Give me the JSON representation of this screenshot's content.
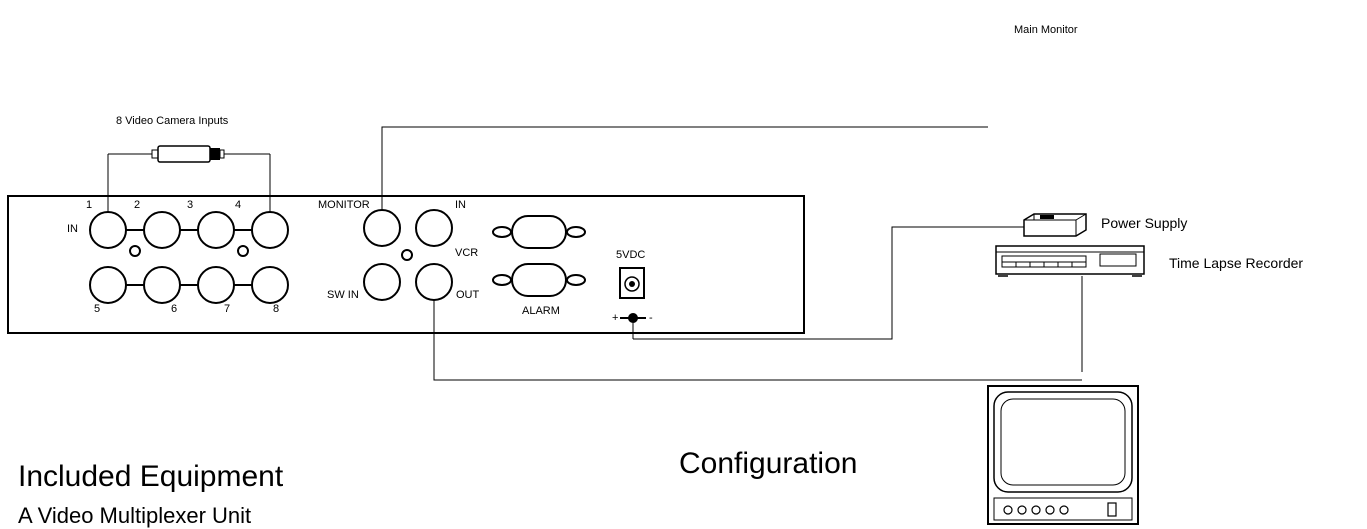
{
  "labels": {
    "main_monitor": "Main Monitor",
    "camera_inputs": "8 Video Camera Inputs",
    "power_supply": "Power Supply",
    "time_lapse_recorder": "Time Lapse Recorder",
    "configuration": "Configuration",
    "included_equipment": "Included Equipment",
    "multiplexer_unit": "A Video Multiplexer Unit"
  },
  "panel": {
    "in_label": "IN",
    "port_numbers_top": [
      "1",
      "2",
      "3",
      "4"
    ],
    "port_numbers_bottom": [
      "5",
      "6",
      "7",
      "8"
    ],
    "monitor_label": "MONITOR",
    "vcr_in_label": "IN",
    "vcr_label": "VCR",
    "sw_in_label": "SW IN",
    "out_label": "OUT",
    "alarm_label": "ALARM",
    "power_jack_label": "5VDC",
    "polarity_plus": "+",
    "polarity_minus": "-"
  }
}
